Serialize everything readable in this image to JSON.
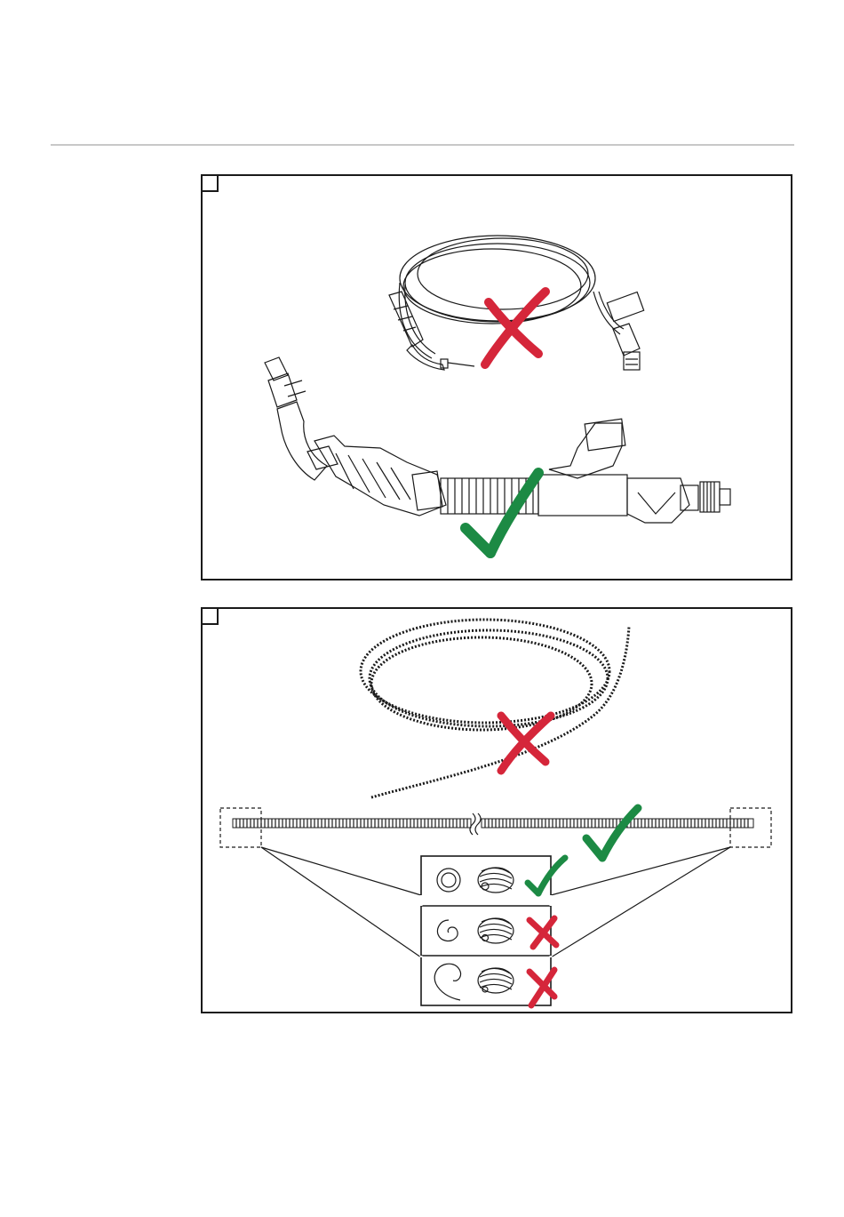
{
  "page": {
    "background": "#ffffff"
  },
  "colors": {
    "wrong": "#d5263a",
    "correct": "#1c8a44",
    "line": "#1a1a1a",
    "rule": "#c8c8c8"
  },
  "figures": [
    {
      "tab_label": "",
      "items": [
        {
          "name": "coiled-torch-hosepack",
          "status": "wrong",
          "icon": "cross-icon"
        },
        {
          "name": "straight-torch-hosepack",
          "status": "correct",
          "icon": "check-icon"
        }
      ]
    },
    {
      "tab_label": "",
      "items": [
        {
          "name": "coiled-wire-liner",
          "status": "wrong",
          "icon": "cross-icon"
        },
        {
          "name": "straight-wire-liner",
          "status": "correct",
          "icon": "check-icon"
        },
        {
          "name": "liner-end-round",
          "status": "correct",
          "icon": "check-icon"
        },
        {
          "name": "liner-end-slightly-deformed",
          "status": "wrong",
          "icon": "cross-icon"
        },
        {
          "name": "liner-end-deformed",
          "status": "wrong",
          "icon": "cross-icon"
        }
      ]
    }
  ]
}
